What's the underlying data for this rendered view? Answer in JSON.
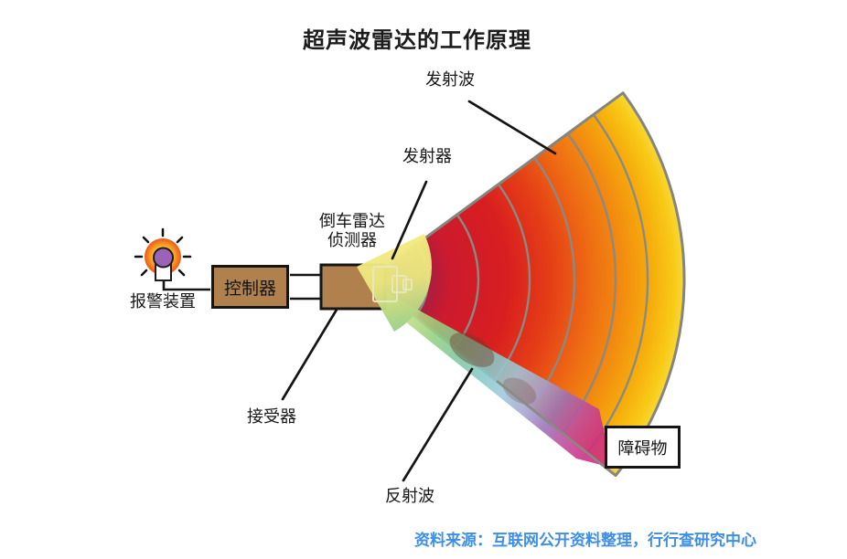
{
  "title": "超声波雷达的工作原理",
  "diagram": {
    "labels": {
      "transmit_wave": "发射波",
      "transmitter": "发射器",
      "detector": [
        "倒车雷达",
        "侦测器"
      ],
      "alarm": "报警装置",
      "controller": "控制器",
      "receiver": "接受器",
      "reflected_wave": "反射波",
      "obstacle": "障碍物"
    },
    "icons": {
      "alarm_lamp": "flashing-alarm-lamp"
    },
    "colors": {
      "component_box_brown": "#b0814c",
      "box_border_black": "#151515",
      "fan_inner_purple": "#6d2a62",
      "fan_red": "#d81e20",
      "fan_orange": "#ee6a14",
      "fan_rim_yellow": "#f9d83a",
      "beam_strip_green": "#97d07f",
      "beam_strip_teal": "#88c9c8",
      "beam_strip_magenta": "#cd2d82",
      "transmit_wedge_yellow": "#f7ec82",
      "arc_line_gray": "#8a8a85",
      "lamp_dome_purple": "#9a63b8",
      "lamp_glow_orange": "#f1731f",
      "source_text_blue": "#3e8ee6"
    }
  },
  "footer": {
    "source": "资料来源：互联网公开资料整理，行行查研究中心"
  }
}
